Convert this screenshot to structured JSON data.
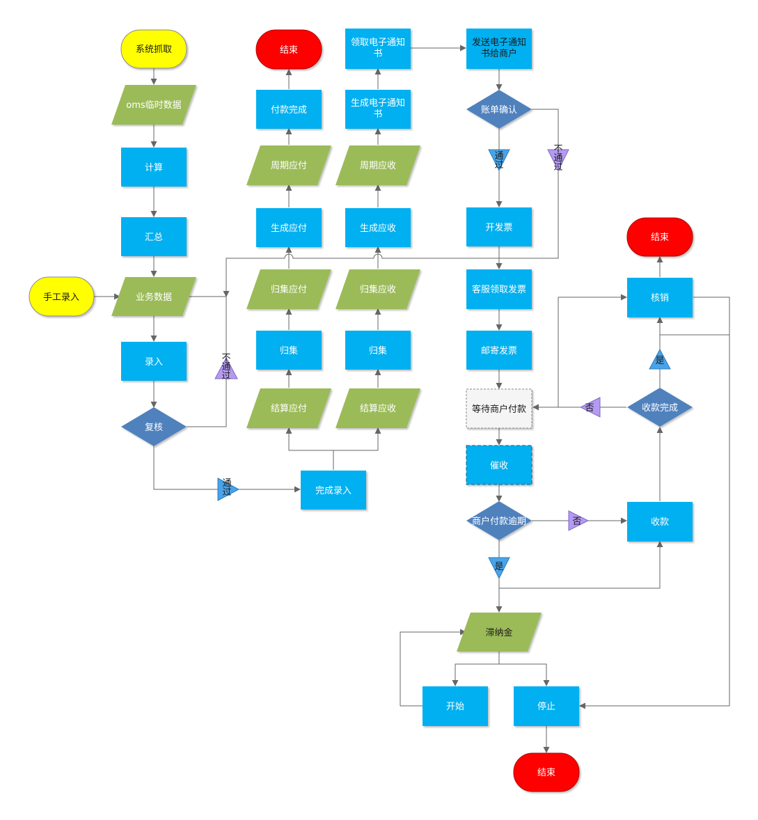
{
  "colors": {
    "process": "#00b0f0",
    "data": "#9bbb59",
    "decision": "#4f81bd",
    "start": "#ffff00",
    "end": "#ff0000",
    "tri_blue": "#4aa3e8",
    "tri_purple": "#b49af0",
    "line": "#666666"
  },
  "nodes": {
    "sys_grab": "系统抓取",
    "oms_temp": "oms临时数据",
    "calc": "计算",
    "summary": "汇总",
    "manual_entry": "手工录入",
    "biz_data": "业务数据",
    "entry": "录入",
    "review": "复核",
    "end_top": "结束",
    "pay_done": "付款完成",
    "period_payable": "周期应付",
    "gen_payable": "生成应付",
    "collect_payable": "归集应付",
    "collect_left": "归集",
    "settle_payable": "结算应付",
    "finish_entry": "完成录入",
    "get_notice": "领取电子通知书",
    "gen_notice": "生成电子通知书",
    "period_receivable": "周期应收",
    "gen_receivable": "生成应收",
    "collect_receivable": "归集应收",
    "collect_right": "归集",
    "settle_receivable": "结算应收",
    "send_notice": "发送电子通知书给商户",
    "bill_confirm": "账单确认",
    "invoice": "开发票",
    "cs_get_invoice": "客服领取发票",
    "mail_invoice": "邮寄发票",
    "wait_payment": "等待商户付款",
    "urge": "催收",
    "overdue": "商户付款逾期",
    "receive": "收款",
    "collect_done": "收款完成",
    "writeoff": "核销",
    "end_right": "结束",
    "late_fee": "滞纳金",
    "start": "开始",
    "stop": "停止",
    "end_bottom": "结束"
  },
  "tags": {
    "not_pass": "不通过",
    "pass": "通过",
    "yes": "是",
    "no": "否"
  }
}
